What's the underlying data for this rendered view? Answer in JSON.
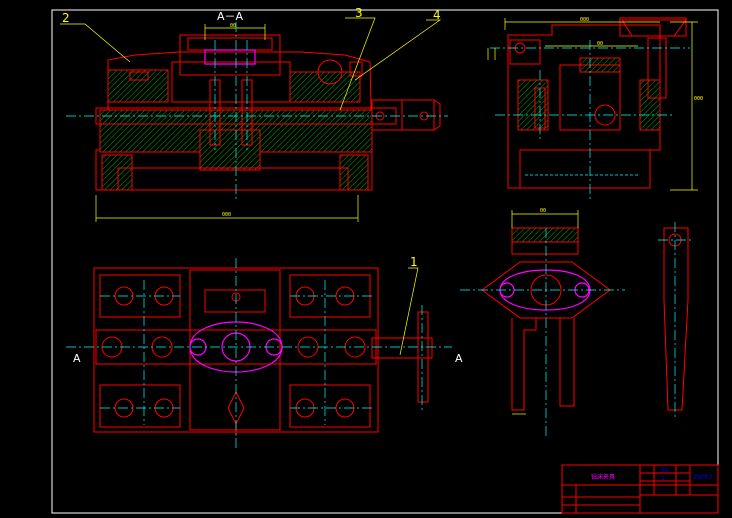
{
  "drawing": {
    "background": "#000000",
    "colors": {
      "outline": "#ff0000",
      "centerline": "#00ffff",
      "dimension": "#ffff00",
      "hatch": "#00aa00",
      "workpiece": "#ff00ff",
      "leader": "#ffff00"
    }
  },
  "callouts": {
    "c1": "1",
    "c2": "2",
    "c3": "3",
    "c4": "4"
  },
  "section": {
    "title": "A－A",
    "mark_left": "A",
    "mark_right": "A"
  },
  "title_block": {
    "name": "钻床夹具",
    "code": "Z3007",
    "small_a": "01",
    "small_b": "1"
  }
}
